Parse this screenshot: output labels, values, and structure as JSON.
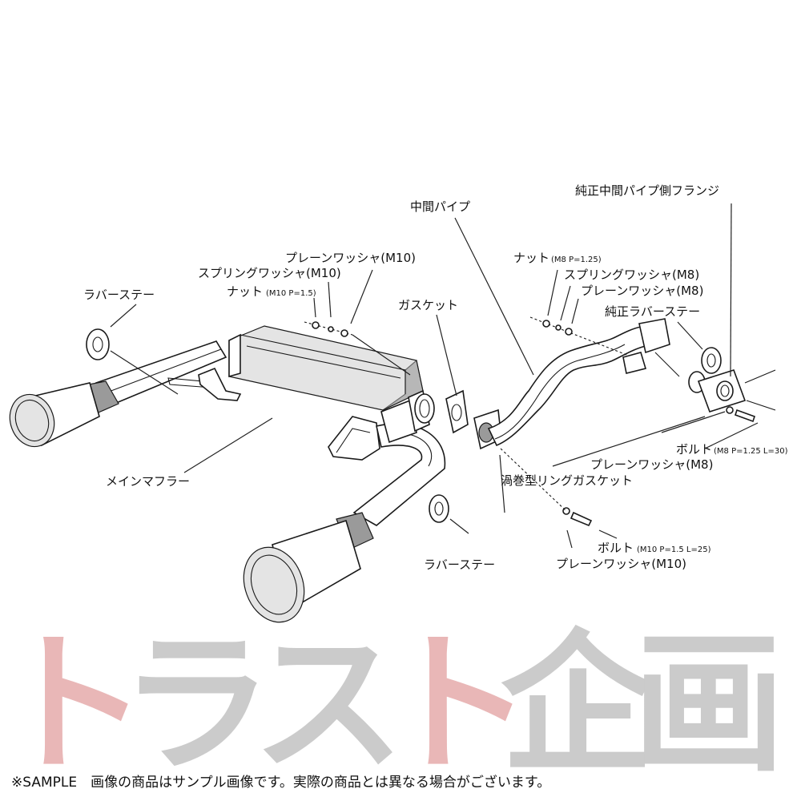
{
  "watermark": {
    "chars": [
      "ト",
      "ラ",
      "ス",
      "ト",
      "企",
      "画"
    ],
    "color_red": "#e8b4b4",
    "color_grey": "#c9c9c9"
  },
  "labels": {
    "rubber_stay_left": "ラバーステー",
    "plain_washer_m10_top": "プレーンワッシャ(M10)",
    "spring_washer_m10": "スプリングワッシャ(M10)",
    "nut_m10": "ナット",
    "nut_m10_spec": "(M10 P=1.5)",
    "gasket": "ガスケット",
    "mid_pipe": "中間パイプ",
    "oem_flange": "純正中間パイプ側フランジ",
    "nut_m8": "ナット",
    "nut_m8_spec": "(M8 P=1.25)",
    "spring_washer_m8": "スプリングワッシャ(M8)",
    "plain_washer_m8_top": "プレーンワッシャ(M8)",
    "oem_rubber_stay": "純正ラバーステー",
    "bolt_m8": "ボルト",
    "bolt_m8_spec": "(M8 P=1.25 L=30)",
    "plain_washer_m8_bottom": "プレーンワッシャ(M8)",
    "spiral_gasket": "渦巻型リングガスケット",
    "main_muffler": "メインマフラー",
    "bolt_m10": "ボルト",
    "bolt_m10_spec": "(M10 P=1.5 L=25)",
    "plain_washer_m10_bottom": "プレーンワッシャ(M10)",
    "rubber_stay_bottom": "ラバーステー"
  },
  "footer": {
    "note": "※SAMPLE　画像の商品はサンプル画像です。実際の商品とは異なる場合がございます。"
  }
}
